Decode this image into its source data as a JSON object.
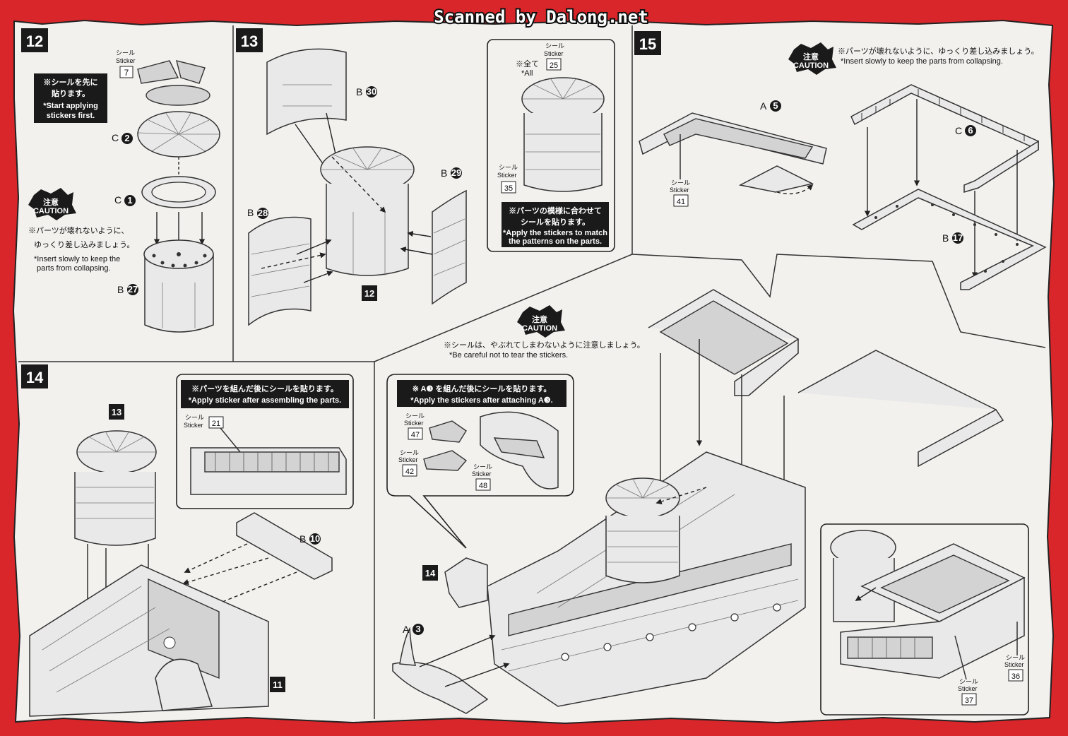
{
  "header": {
    "watermark": "Scanned by Dalong.net"
  },
  "colors": {
    "border": "#d8262a",
    "paper": "#f3f1ee",
    "ink": "#1a1a1a",
    "box": "#1a1a1a"
  },
  "step12": {
    "number": "12",
    "sticker_label": "シール",
    "sticker_en": "Sticker",
    "sticker_num": "7",
    "note_jp_1": "※シールを先に",
    "note_jp_2": "貼ります。",
    "note_en_1": "*Start applying",
    "note_en_2": "stickers first.",
    "part_c2": "C",
    "part_c2_num": "2",
    "part_c1": "C",
    "part_c1_num": "1",
    "caution_jp": "注意",
    "caution_en": "CAUTION",
    "caution_note_jp_1": "※パーツが壊れないように、",
    "caution_note_jp_2": "ゆっくり差し込みましょう。",
    "caution_note_en_1": "*Insert slowly to keep the",
    "caution_note_en_2": "parts from collapsing.",
    "part_b27": "B",
    "part_b27_num": "27"
  },
  "step13": {
    "number": "13",
    "part_b30": "B",
    "part_b30_num": "30",
    "part_b29": "B",
    "part_b29_num": "29",
    "part_b28": "B",
    "part_b28_num": "28",
    "ref_step": "12",
    "sticker_label": "シール",
    "sticker_en": "Sticker",
    "all_jp": "※全て",
    "all_en": "*All",
    "sticker_25": "25",
    "sticker_35": "35",
    "note_jp_1": "※パーツの模様に合わせて",
    "note_jp_2": "シールを貼ります。",
    "note_en_1": "*Apply the stickers to match",
    "note_en_2": "the patterns on the parts."
  },
  "step14": {
    "number": "14",
    "ref_step13": "13",
    "ref_step11": "11",
    "note_jp": "※パーツを組んだ後にシールを貼ります。",
    "note_en": "*Apply sticker after assembling the parts.",
    "sticker_label": "シール",
    "sticker_en": "Sticker",
    "sticker_21": "21",
    "part_b10": "B",
    "part_b10_num": "10"
  },
  "step15": {
    "number": "15",
    "caution_jp": "注意",
    "caution_en": "CAUTION",
    "caution_note_jp": "※パーツが壊れないように、ゆっくり差し込みましょう。",
    "caution_note_en": "*Insert slowly to keep the parts from collapsing.",
    "part_a5": "A",
    "part_a5_num": "5",
    "part_c6": "C",
    "part_c6_num": "6",
    "part_b17": "B",
    "part_b17_num": "17",
    "sticker_label": "シール",
    "sticker_en": "Sticker",
    "sticker_41": "41"
  },
  "main": {
    "caution_jp": "注意",
    "caution_en": "CAUTION",
    "caution_note_jp": "※シールは、やぶれてしまわないように注意しましょう。",
    "caution_note_en": "*Be careful not to tear the stickers.",
    "box_note_jp": "※ A❸ を組んだ後にシールを貼ります。",
    "box_note_en": "*Apply the stickers after attaching A❸.",
    "sticker_label": "シール",
    "sticker_en": "Sticker",
    "sticker_47": "47",
    "sticker_42": "42",
    "sticker_48": "48",
    "sticker_36": "36",
    "sticker_37": "37",
    "ref_step14": "14",
    "part_a3": "A",
    "part_a3_num": "3"
  }
}
